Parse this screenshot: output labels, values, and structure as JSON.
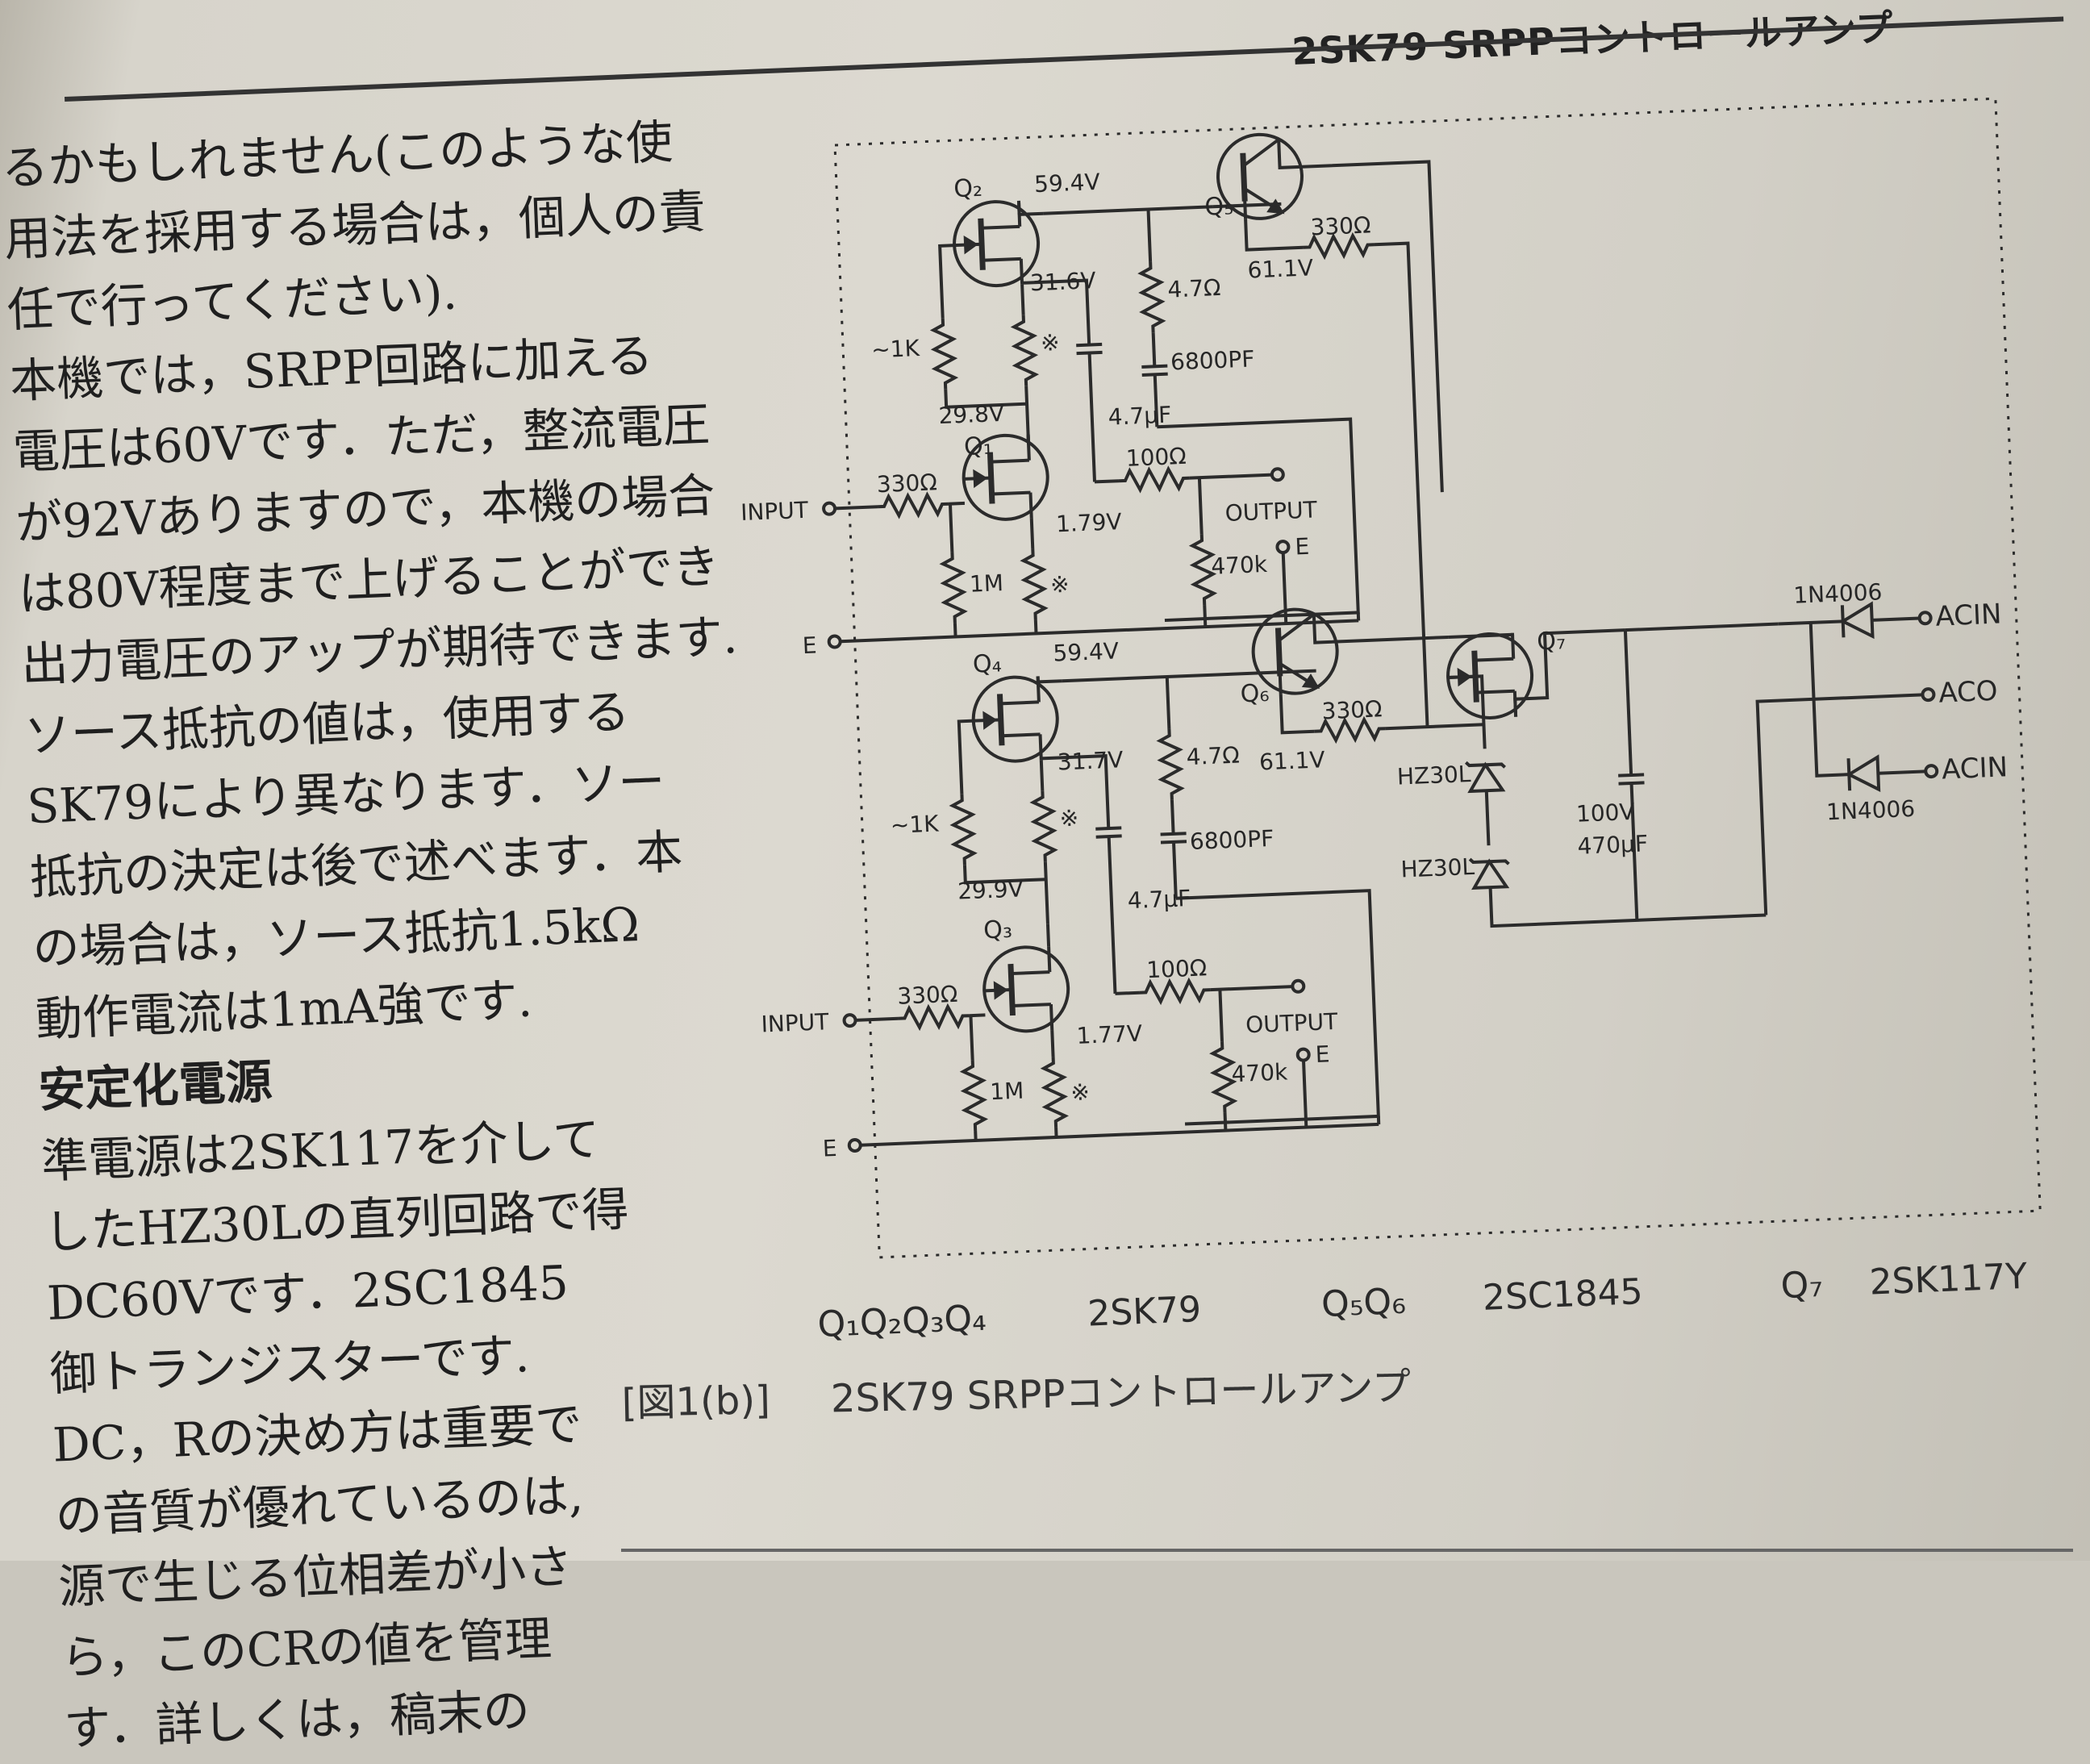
{
  "header": {
    "title": "2SK79 SRPPコントロールアンプ"
  },
  "body_text": {
    "lines": [
      "るかもしれません(このような使",
      "用法を採用する場合は，個人の責",
      "任で行ってください).",
      "本機では，SRPP回路に加える",
      "電圧は60Vです．ただ，整流電圧",
      "が92Vありますので，本機の場合",
      "は80V程度まで上げることができ",
      "出力電圧のアップが期待できます.",
      "ソース抵抗の値は，使用する",
      "SK79により異なります．ソー",
      "抵抗の決定は後で述べます．本",
      "の場合は，ソース抵抗1.5kΩ",
      "動作電流は1mA強です."
    ],
    "heading": "安定化電源",
    "lines2": [
      "準電源は2SK117を介して",
      "したHZ30Lの直列回路で得",
      "DC60Vです．2SC1845",
      "御トランジスターです.",
      "DC，Rの決め方は重要で",
      "の音質が優れているのは,",
      "源で生じる位相差が小さ",
      "ら，このCRの値を管理",
      "す．詳しくは，稿末の"
    ]
  },
  "schematic": {
    "ch1": {
      "q_upper": "Q₂",
      "q_lower": "Q₁",
      "q_buffer": "Q₅",
      "v_supply": "59.4V",
      "v_mid": "31.6V",
      "v_gate": "29.8V",
      "v_source": "1.79V",
      "v_emitter": "61.1V",
      "r_gate_bias": "~1K",
      "r_source": "※",
      "r_source_low": "※",
      "r_in": "330Ω",
      "r_gnd": "1M",
      "r_out": "100Ω",
      "r_load": "470k",
      "r_emit": "330Ω",
      "r_filter": "4.7Ω",
      "c_couple": "4.7μF",
      "c_filter": "6800PF",
      "input": "INPUT",
      "output": "OUTPUT",
      "gnd": "E",
      "out_gnd": "E"
    },
    "ch2": {
      "q_upper": "Q₄",
      "q_lower": "Q₃",
      "q_buffer": "Q₆",
      "v_supply": "59.4V",
      "v_mid": "31.7V",
      "v_gate": "29.9V",
      "v_source": "1.77V",
      "v_emitter": "61.1V",
      "r_gate_bias": "~1K",
      "r_source": "※",
      "r_source_low": "※",
      "r_in": "330Ω",
      "r_gnd": "1M",
      "r_out": "100Ω",
      "r_load": "470k",
      "r_emit": "330Ω",
      "r_filter": "4.7Ω",
      "c_couple": "4.7μF",
      "c_filter": "6800PF",
      "input": "INPUT",
      "output": "OUTPUT",
      "gnd": "E",
      "out_gnd": "E"
    },
    "psu": {
      "q_reg": "Q₇",
      "zener1": "HZ30L",
      "zener2": "HZ30L",
      "cap_v": "100V",
      "cap_c": "470μF",
      "diode1": "1N4006",
      "diode2": "1N4006",
      "acin1": "ACIN",
      "aco": "ACO",
      "acin2": "ACIN"
    },
    "legend": {
      "jfet_names": "Q₁Q₂Q₃Q₄",
      "jfet_type": "2SK79",
      "bjt_names": "Q₅Q₆",
      "bjt_type": "2SC1845",
      "reg_name": "Q₇",
      "reg_type": "2SK117Y"
    }
  },
  "caption": {
    "fig_num": "[図1(b)]",
    "title": "2SK79 SRPPコントロールアンプ"
  }
}
